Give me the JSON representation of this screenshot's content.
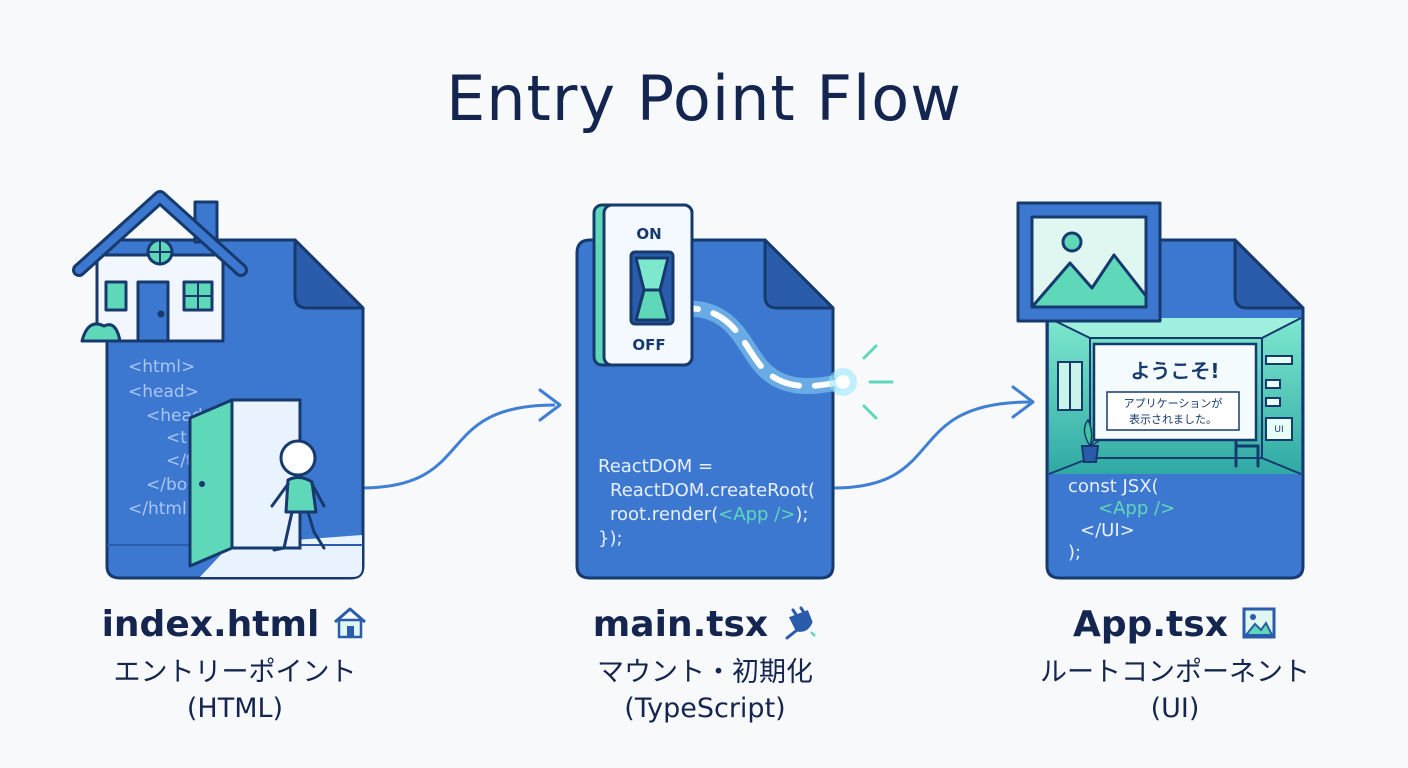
{
  "title": "Entry Point Flow",
  "colors": {
    "doc_blue": "#3d78d0",
    "outline": "#163a6e",
    "teal": "#5ed8b8",
    "code_text": "#e8f0ff",
    "faint_code": "#a9c6f2",
    "title_text": "#14264f",
    "arrow": "#3f7fd6",
    "background": "#f8f9fb"
  },
  "steps": [
    {
      "file": "index.html",
      "subtitle": "エントリーポイント",
      "lang": "(HTML)",
      "icon": "house-icon",
      "code": [
        "<html>",
        "<head>",
        "<head",
        "<ti",
        "</t",
        "</bo",
        "</html>"
      ]
    },
    {
      "file": "main.tsx",
      "subtitle": "マウント・初期化",
      "lang": "(TypeScript)",
      "icon": "plug-icon",
      "switch_on": "ON",
      "switch_off": "OFF",
      "code": [
        "ReactDOM =",
        "ReactDOM.createRoot(",
        "root.render(",
        "<App />",
        ");",
        "});"
      ]
    },
    {
      "file": "App.tsx",
      "subtitle": "ルートコンポーネント",
      "lang": "(UI)",
      "icon": "picture-icon",
      "screen_heading": "ようこそ!",
      "screen_msg1": "アプリケーションが",
      "screen_msg2": "表示されました。",
      "tag_ui": "UI",
      "code": [
        "const JSX(",
        "<App />",
        "</UI>",
        ");"
      ]
    }
  ]
}
